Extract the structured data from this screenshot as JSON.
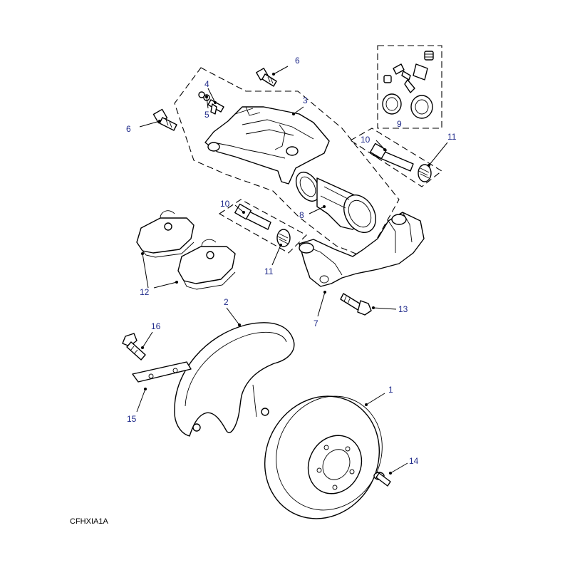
{
  "diagram": {
    "drawing_code": "CFHXIA1A",
    "callouts": [
      {
        "id": "c1",
        "label": "1"
      },
      {
        "id": "c2",
        "label": "2"
      },
      {
        "id": "c3",
        "label": "3"
      },
      {
        "id": "c4",
        "label": "4"
      },
      {
        "id": "c5",
        "label": "5"
      },
      {
        "id": "c6a",
        "label": "6"
      },
      {
        "id": "c6b",
        "label": "6"
      },
      {
        "id": "c7",
        "label": "7"
      },
      {
        "id": "c8",
        "label": "8"
      },
      {
        "id": "c9",
        "label": "9"
      },
      {
        "id": "c10a",
        "label": "10"
      },
      {
        "id": "c10b",
        "label": "10"
      },
      {
        "id": "c11a",
        "label": "11"
      },
      {
        "id": "c11b",
        "label": "11"
      },
      {
        "id": "c12",
        "label": "12"
      },
      {
        "id": "c13",
        "label": "13"
      },
      {
        "id": "c14",
        "label": "14"
      },
      {
        "id": "c15",
        "label": "15"
      },
      {
        "id": "c16",
        "label": "16"
      }
    ]
  }
}
